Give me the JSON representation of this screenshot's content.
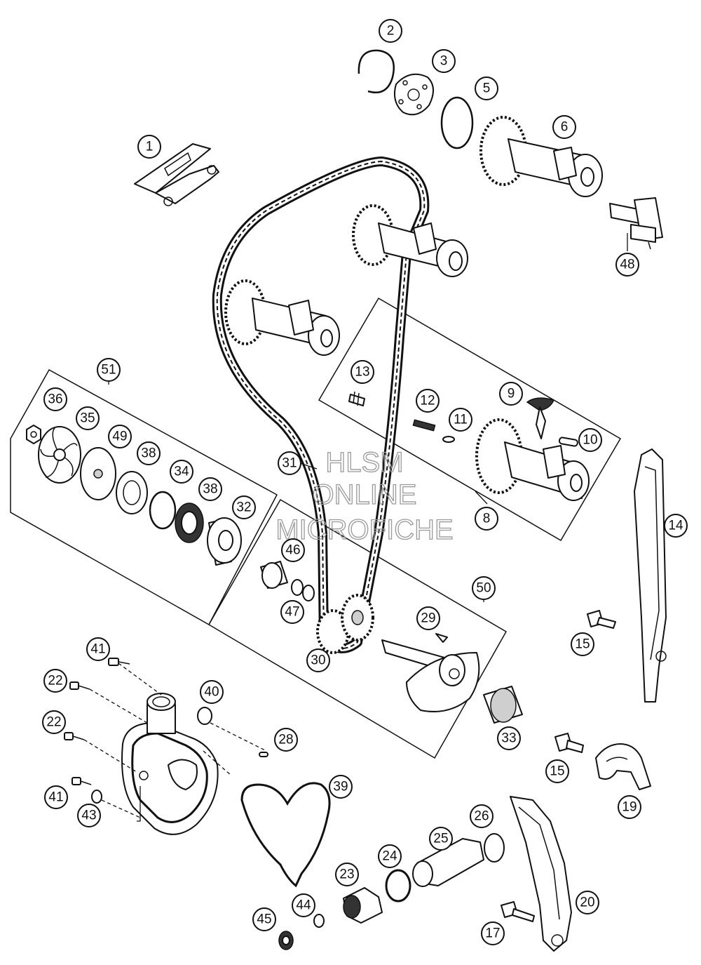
{
  "diagram": {
    "watermark": [
      "HLSM",
      "ONLINE",
      "MICROFICHE"
    ],
    "callouts": [
      "1",
      "2",
      "3",
      "5",
      "6",
      "48",
      "8",
      "9",
      "10",
      "11",
      "12",
      "13",
      "14",
      "15",
      "15",
      "17",
      "19",
      "20",
      "22",
      "22",
      "23",
      "24",
      "25",
      "26",
      "28",
      "29",
      "30",
      "31",
      "32",
      "33",
      "34",
      "35",
      "36",
      "38",
      "38",
      "39",
      "40",
      "41",
      "41",
      "43",
      "44",
      "45",
      "46",
      "47",
      "49",
      "50",
      "51"
    ]
  }
}
